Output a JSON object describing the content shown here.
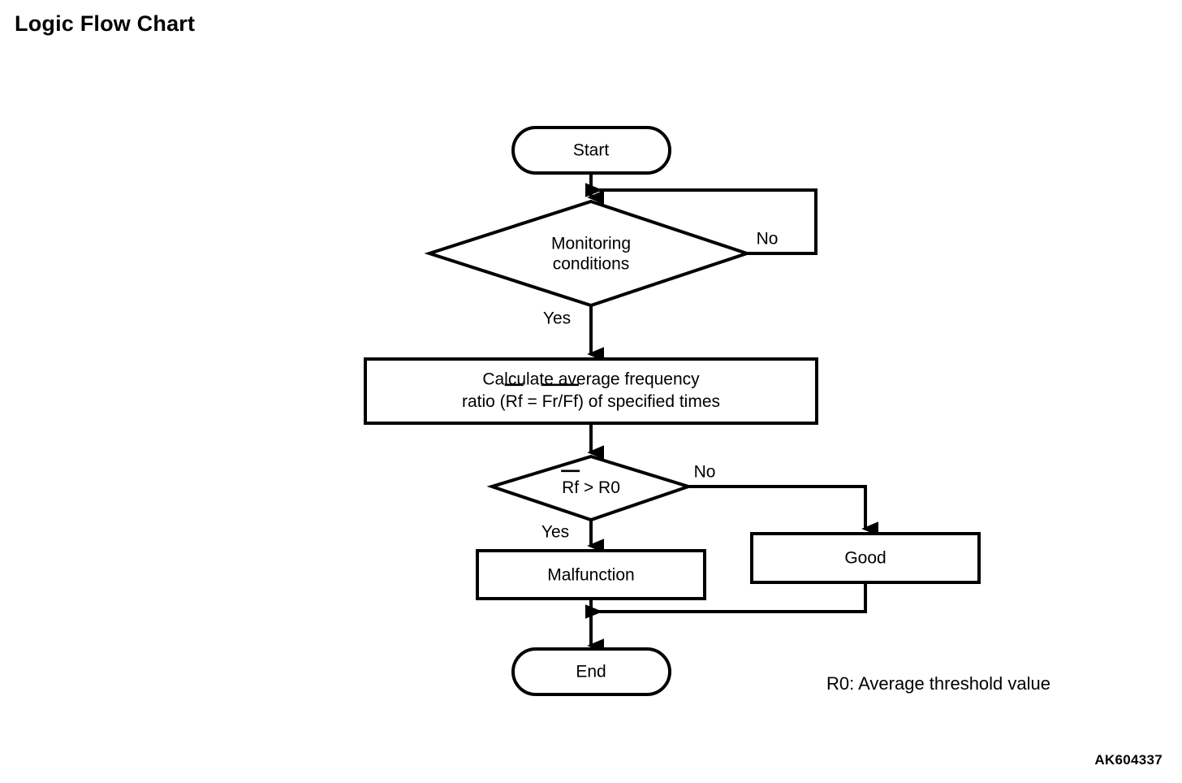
{
  "page": {
    "title": "Logic Flow Chart",
    "code": "AK604337",
    "background_color": "#ffffff",
    "line_color": "#000000"
  },
  "chart_data": {
    "type": "flowchart",
    "title": "Logic Flow Chart",
    "nodes": [
      {
        "id": "start",
        "shape": "terminator",
        "label": "Start"
      },
      {
        "id": "monitoring",
        "shape": "decision",
        "label_line1": "Monitoring",
        "label_line2": "conditions"
      },
      {
        "id": "calculate",
        "shape": "process",
        "label_line1": "Calculate average frequency",
        "label_line2_pre": "ratio (",
        "label_line2_rf": "Rf",
        "label_line2_mid": " = ",
        "label_line2_frff": "Fr/Ff",
        "label_line2_post": ") of specified times"
      },
      {
        "id": "compare",
        "shape": "decision",
        "label_rf": "Rf",
        "label_rest": " > R0"
      },
      {
        "id": "malfunction",
        "shape": "process",
        "label": "Malfunction"
      },
      {
        "id": "good",
        "shape": "process",
        "label": "Good"
      },
      {
        "id": "end",
        "shape": "terminator",
        "label": "End"
      }
    ],
    "edges": [
      {
        "from": "start",
        "to": "monitoring",
        "label": ""
      },
      {
        "from": "monitoring",
        "to": "calculate",
        "label": "Yes"
      },
      {
        "from": "monitoring",
        "to": "start-junction",
        "label": "No"
      },
      {
        "from": "calculate",
        "to": "compare",
        "label": ""
      },
      {
        "from": "compare",
        "to": "malfunction",
        "label": "Yes"
      },
      {
        "from": "compare",
        "to": "good",
        "label": "No"
      },
      {
        "from": "malfunction",
        "to": "end",
        "label": ""
      },
      {
        "from": "good",
        "to": "end",
        "label": ""
      }
    ],
    "legend": "R0: Average threshold value"
  },
  "labels": {
    "start": "Start",
    "monitoring_line1": "Monitoring",
    "monitoring_line2": "conditions",
    "calculate_line1": "Calculate average frequency",
    "calculate_line2_pre": "ratio (",
    "calculate_line2_rf": "Rf",
    "calculate_line2_mid": " = ",
    "calculate_line2_frff": "Fr/Ff",
    "calculate_line2_post": ") of specified times",
    "compare_rf": "Rf",
    "compare_rest": " > R0",
    "malfunction": "Malfunction",
    "good": "Good",
    "end": "End",
    "yes_monitoring": "Yes",
    "no_monitoring": "No",
    "yes_compare": "Yes",
    "no_compare": "No",
    "legend": "R0: Average threshold value"
  }
}
